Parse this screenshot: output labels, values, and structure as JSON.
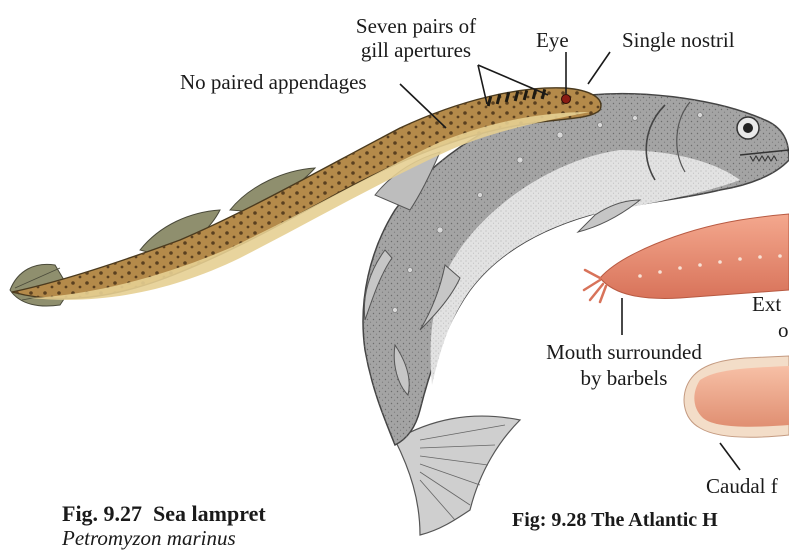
{
  "labels": {
    "gill_apertures": [
      "Seven pairs of",
      "gill apertures"
    ],
    "eye": "Eye",
    "nostril": "Single nostril",
    "no_paired": "No paired appendages",
    "mouth": [
      "Mouth surrounded",
      "by barbels"
    ],
    "ext_partial": [
      "Ext",
      "o"
    ],
    "caudal_partial": "Caudal f"
  },
  "captions": {
    "fig927_title": "Fig. 9.27  Sea lampret",
    "fig927_species": "Petromyzon marinus",
    "fig928_title": "Fig: 9.28 The Atlantic H"
  },
  "colors": {
    "lamprey_body": "#b08a48",
    "lamprey_belly": "#e6cf92",
    "lamprey_spots": "#5a4020",
    "fish_body": "#9c9c9c",
    "fish_belly": "#dcdcdc",
    "hagfish": "#e7937a",
    "hagfish_light": "#f3b8a2"
  }
}
